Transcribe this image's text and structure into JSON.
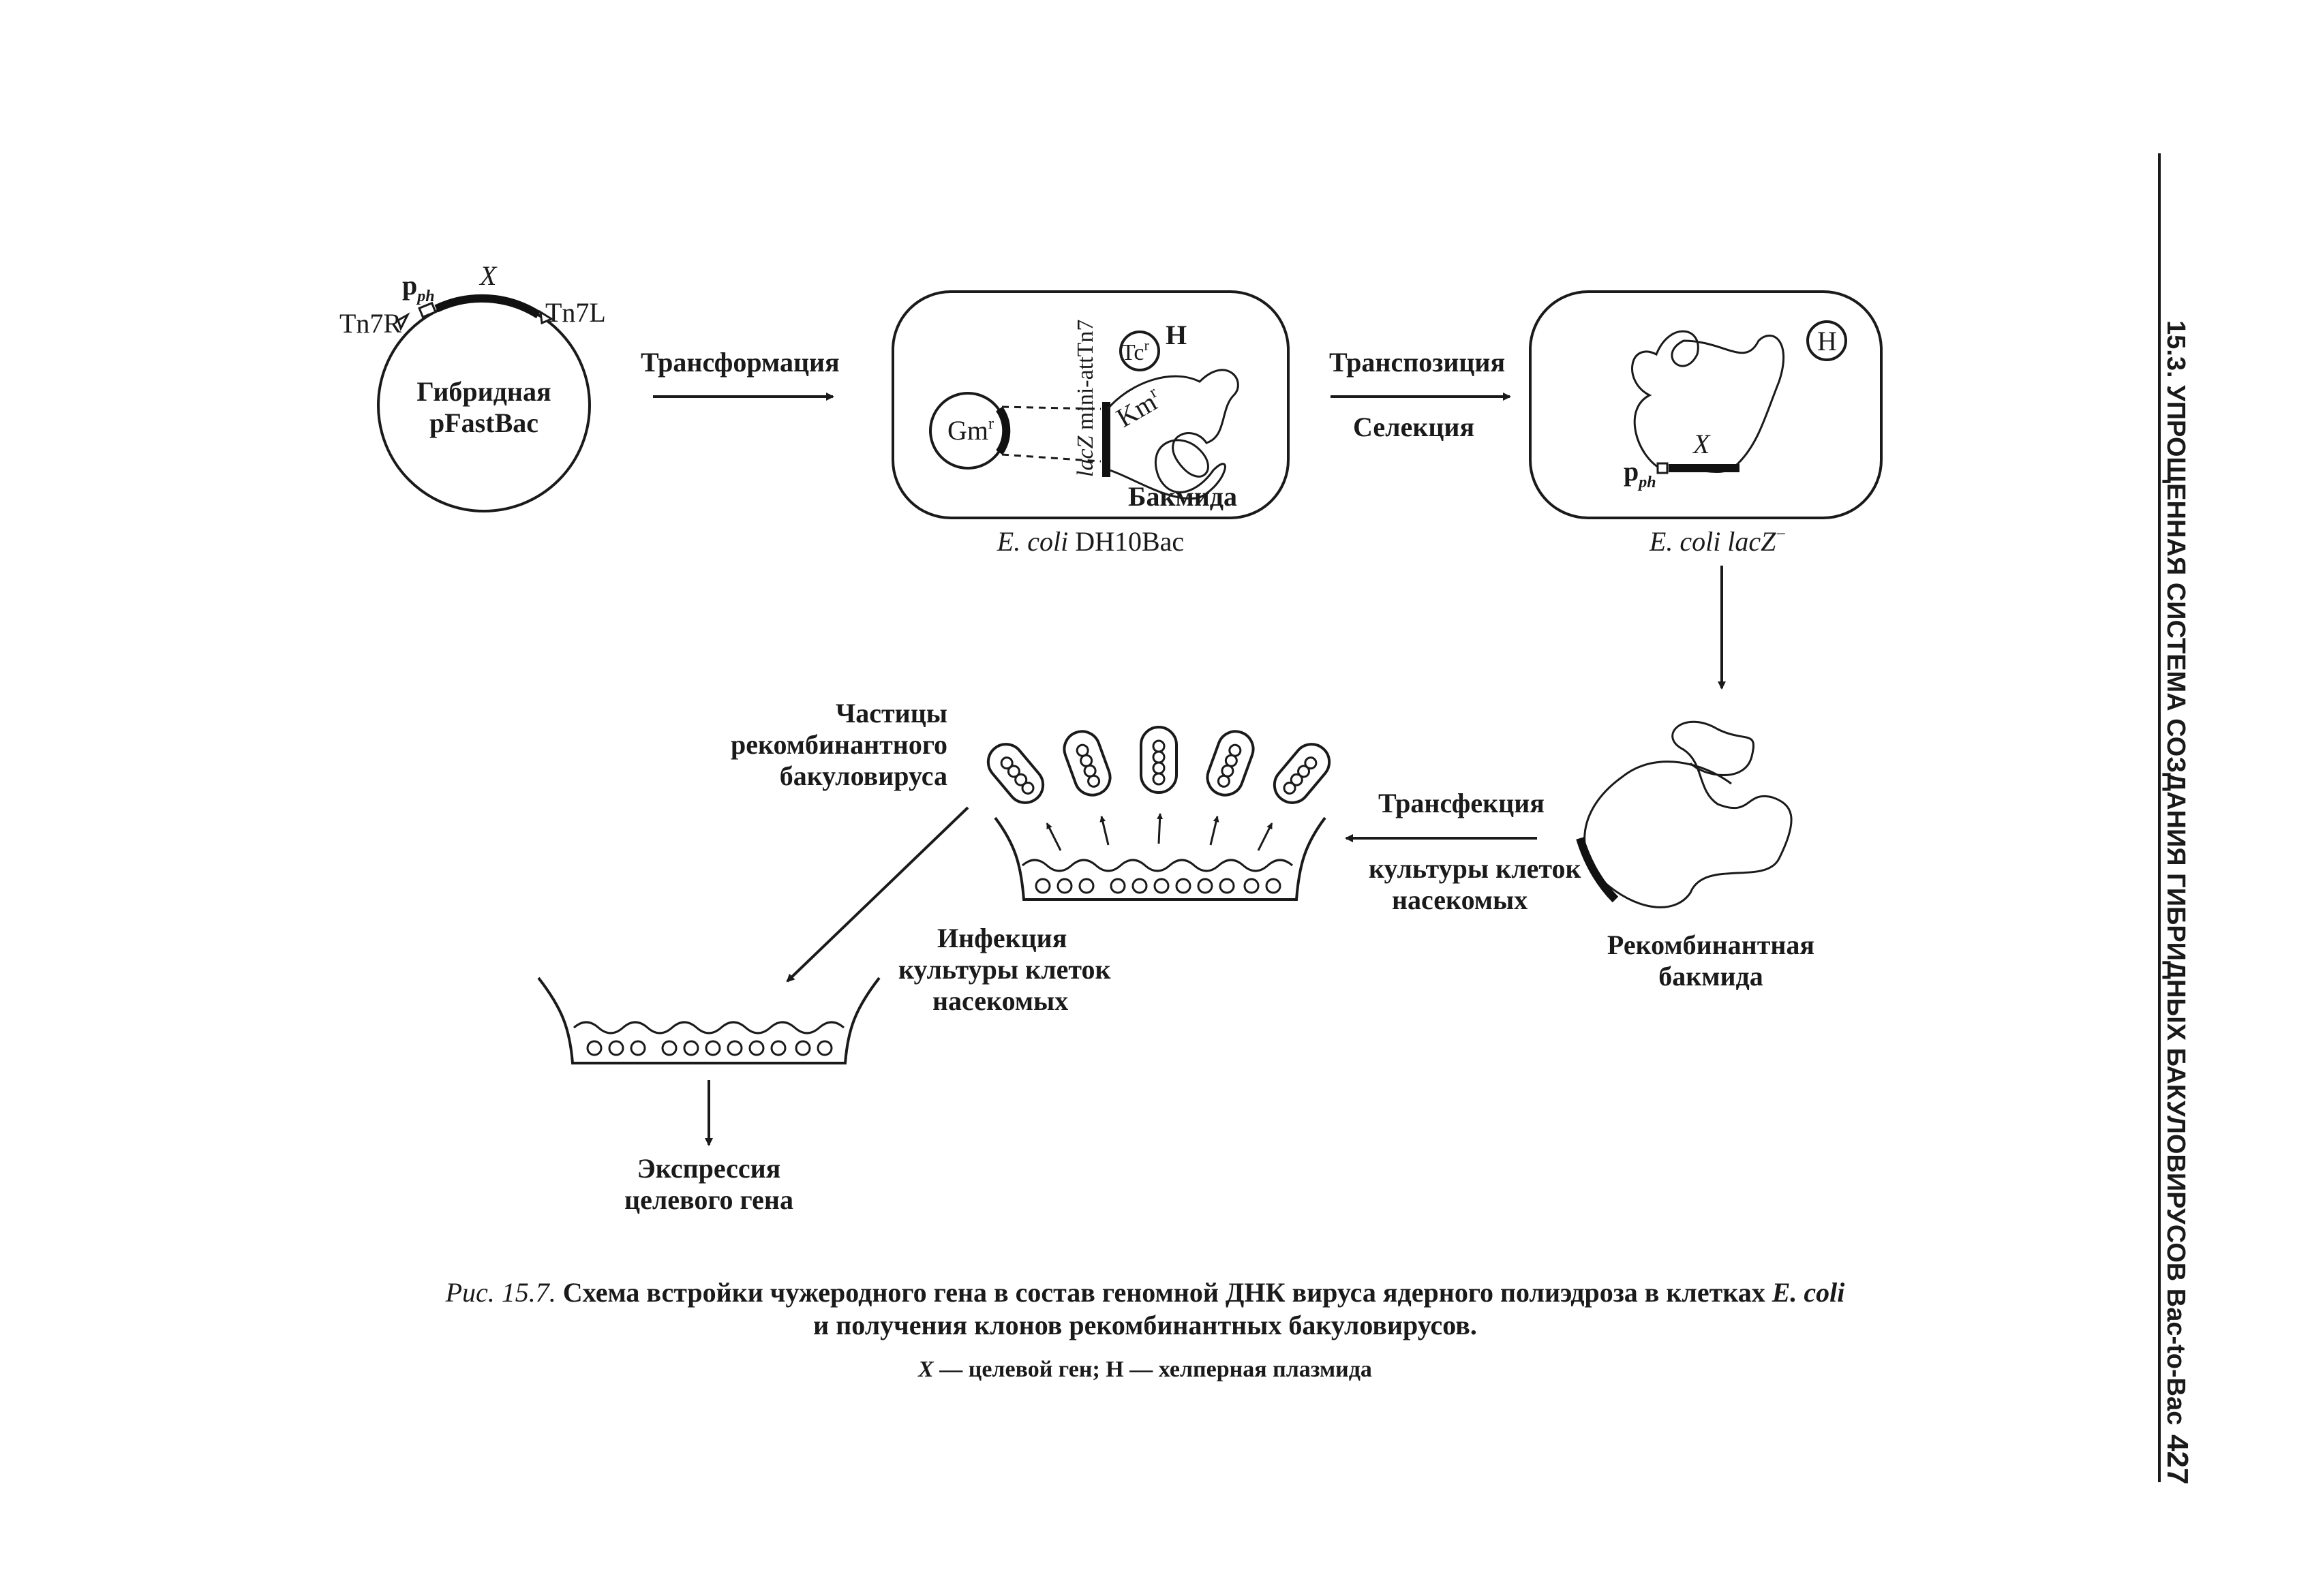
{
  "header": {
    "running_title": "15.3. УПРОЩЕННАЯ СИСТЕМА СОЗДАНИЯ ГИБРИДНЫХ БАКУЛОВИРУСОВ Bac-to-Bac",
    "page_number": "427"
  },
  "plasmid": {
    "p_ph": "p",
    "p_ph_sub": "ph",
    "x_label": "X",
    "tn7r": "Tn7R",
    "tn7l": "Tn7L",
    "name_line1": "Гибридная",
    "name_line2": "pFastBac"
  },
  "steps": {
    "transformation": "Трансформация",
    "transposition": "Транспозиция",
    "selection": "Селекция",
    "transfection": "Трансфекция",
    "transfection_line2": "культуры клеток",
    "transfection_line3": "насекомых",
    "infection_line1": "Инфекция",
    "infection_line2": "культуры клеток",
    "infection_line3": "насекомых"
  },
  "cell1": {
    "gm": "Gm",
    "gm_sup": "r",
    "tc": "Tc",
    "tc_sup": "r",
    "h": "H",
    "lacz": "lacZ",
    "mini_att": "mini-att",
    "tn7": "Tn7",
    "km": "Km",
    "km_sup": "r",
    "bacmid": "Бакмида",
    "caption_italic": "E. coli",
    "caption_rest": " DH10Bac"
  },
  "cell2": {
    "h": "H",
    "x_label": "X",
    "p_ph": "p",
    "p_ph_sub": "ph",
    "caption_italic": "E. coli lacZ",
    "caption_sup": "−"
  },
  "recombinant": {
    "line1": "Рекомбинантная",
    "line2": "бакмида"
  },
  "particles": {
    "line1": "Частицы",
    "line2": "рекомбинантного",
    "line3": "бакуловируса"
  },
  "expression": {
    "line1": "Экспрессия",
    "line2": "целевого гена"
  },
  "caption": {
    "fig_label": "Рис. 15.7.",
    "line1": " Схема встройки чужеродного гена в состав геномной ДНК вируса ядерного полиэдроза в клетках ",
    "line1_italic": "E. coli",
    "line2": "и получения клонов рекомбинантных бакуловирусов.",
    "legend_x": "X",
    "legend_rest": " — целевой ген; Н — хелперная плазмида"
  }
}
